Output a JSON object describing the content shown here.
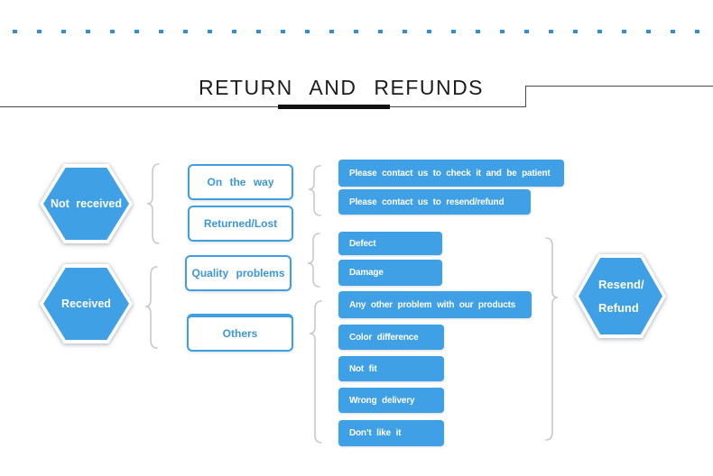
{
  "header": {
    "title": "RETURN AND REFUNDS"
  },
  "colors": {
    "accent_blue": "#3fa0e5",
    "box_text_blue": "#3b97dc",
    "dot_blue": "#328fd2",
    "brace_gray": "#c9c9c9",
    "rule_dark": "#4a4a4a",
    "underline_black": "#121212"
  },
  "flow": {
    "left_nodes": [
      {
        "label": "Not received"
      },
      {
        "label": "Received"
      }
    ],
    "mid_nodes": [
      {
        "label": "On the way"
      },
      {
        "label": "Returned/Lost"
      },
      {
        "label": "Quality problems"
      },
      {
        "label": "Others"
      }
    ],
    "right_items": [
      {
        "label": "Please contact us to check it and be patient"
      },
      {
        "label": "Please contact us to resend/refund"
      },
      {
        "label": "Defect"
      },
      {
        "label": "Damage"
      },
      {
        "label": "Any other problem with our products"
      },
      {
        "label": "Color difference"
      },
      {
        "label": "Not fit"
      },
      {
        "label": "Wrong delivery"
      },
      {
        "label": "Don’t like it"
      }
    ],
    "result_node": {
      "line1": "Resend/",
      "line2": "Refund"
    }
  }
}
